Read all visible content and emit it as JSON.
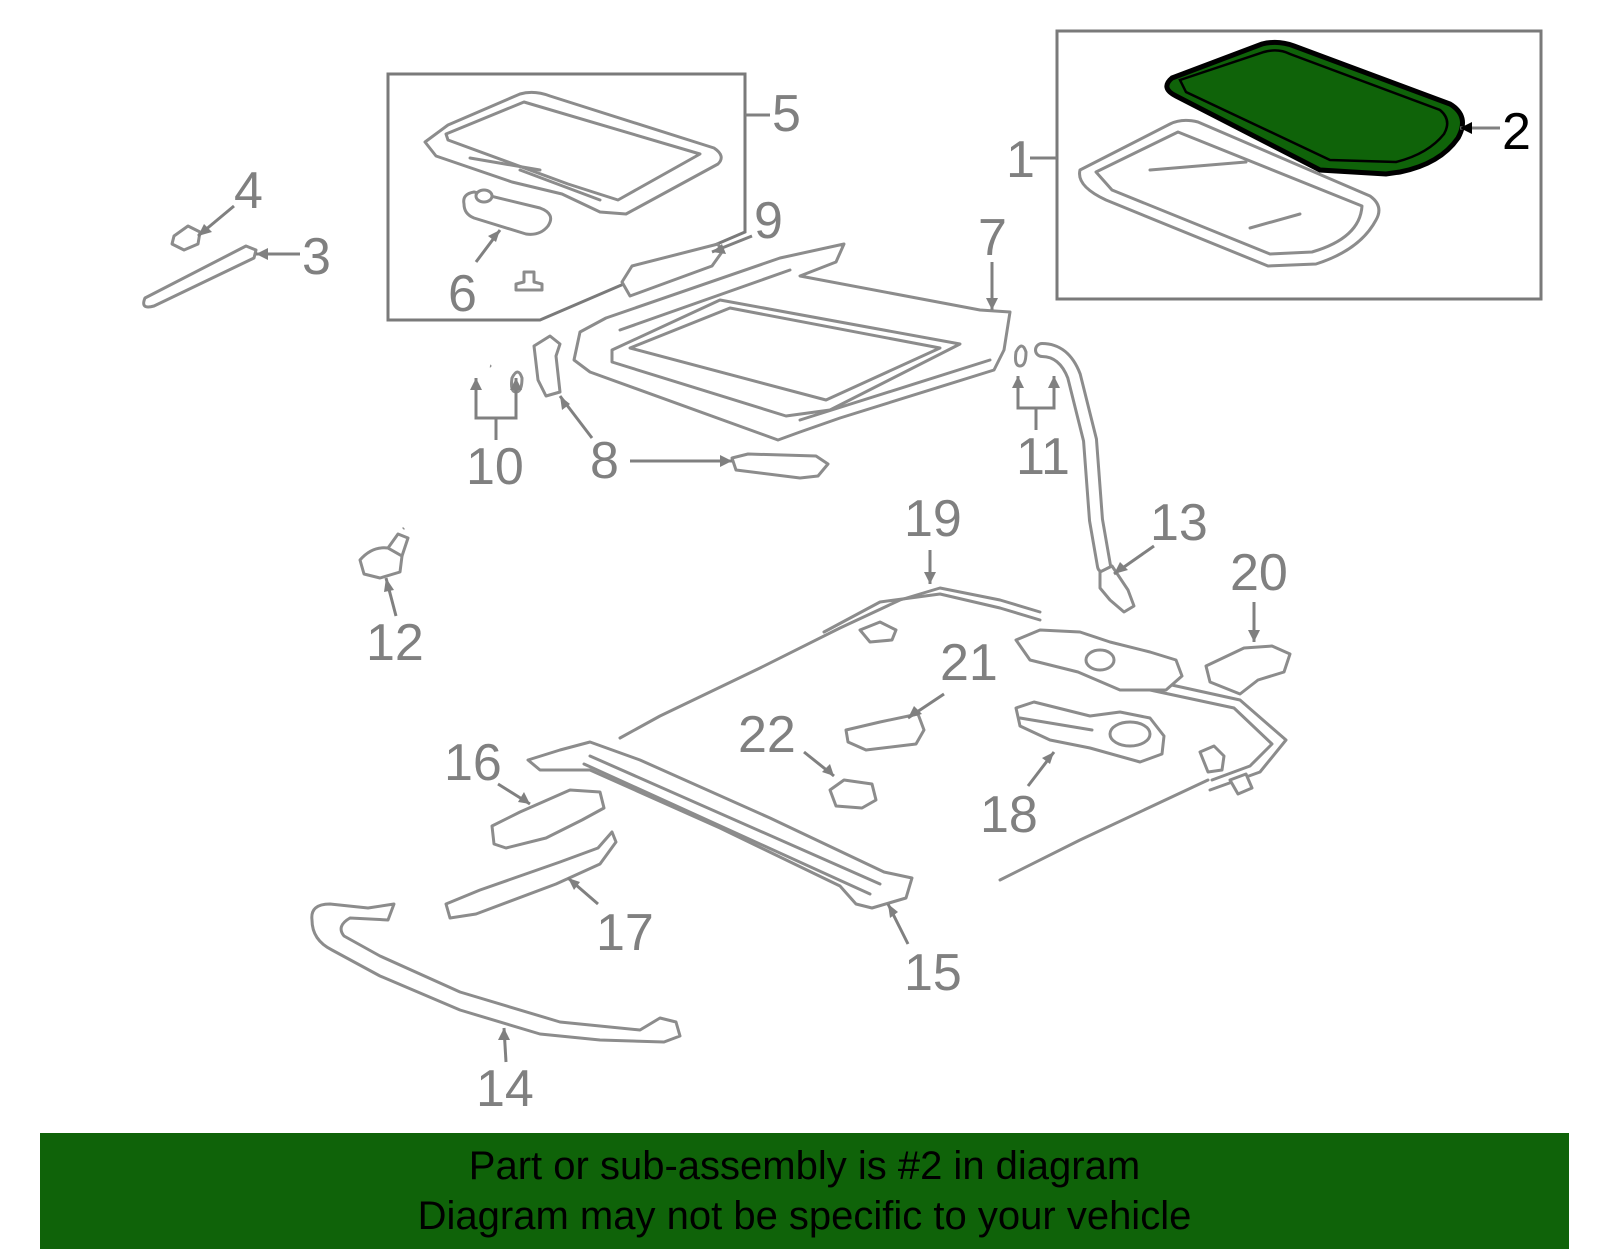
{
  "callouts": [
    {
      "id": "1",
      "label": "1"
    },
    {
      "id": "2",
      "label": "2",
      "highlighted": true
    },
    {
      "id": "3",
      "label": "3"
    },
    {
      "id": "4",
      "label": "4"
    },
    {
      "id": "5",
      "label": "5"
    },
    {
      "id": "6",
      "label": "6"
    },
    {
      "id": "7",
      "label": "7"
    },
    {
      "id": "8",
      "label": "8"
    },
    {
      "id": "9",
      "label": "9"
    },
    {
      "id": "10",
      "label": "10"
    },
    {
      "id": "11",
      "label": "11"
    },
    {
      "id": "12",
      "label": "12"
    },
    {
      "id": "13",
      "label": "13"
    },
    {
      "id": "14",
      "label": "14"
    },
    {
      "id": "15",
      "label": "15"
    },
    {
      "id": "16",
      "label": "16"
    },
    {
      "id": "17",
      "label": "17"
    },
    {
      "id": "18",
      "label": "18"
    },
    {
      "id": "19",
      "label": "19"
    },
    {
      "id": "20",
      "label": "20"
    },
    {
      "id": "21",
      "label": "21"
    },
    {
      "id": "22",
      "label": "22"
    }
  ],
  "banner": {
    "line1": "Part or sub-assembly is #2 in diagram",
    "line2": "Diagram may not be specific to your vehicle"
  },
  "colors": {
    "highlight": "#0f6309",
    "banner_bg": "#0f6309",
    "line": "#8c8c8c"
  }
}
